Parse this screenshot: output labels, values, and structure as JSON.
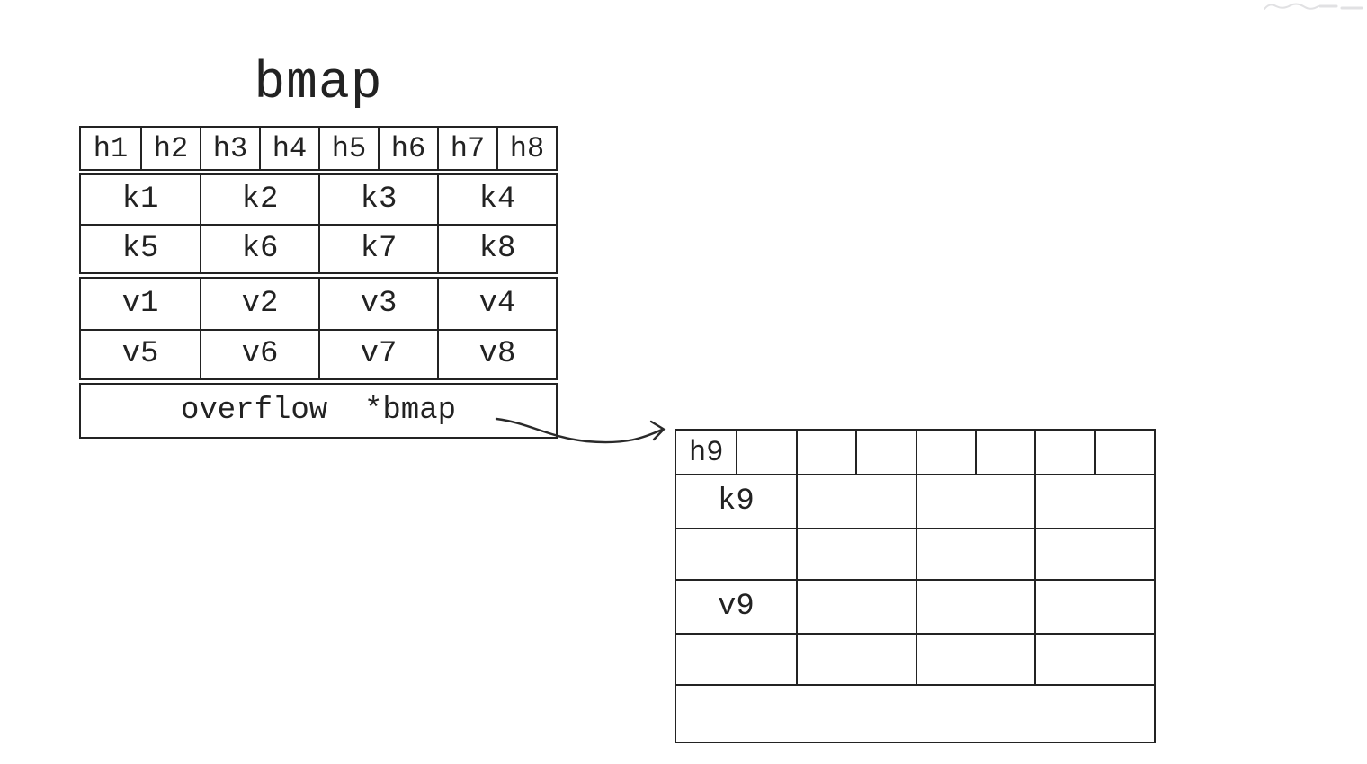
{
  "title": "bmap",
  "bmap_table": {
    "headers": [
      "h1",
      "h2",
      "h3",
      "h4",
      "h5",
      "h6",
      "h7",
      "h8"
    ],
    "keys": [
      [
        "k1",
        "k2",
        "k3",
        "k4"
      ],
      [
        "k5",
        "k6",
        "k7",
        "k8"
      ]
    ],
    "values": [
      [
        "v1",
        "v2",
        "v3",
        "v4"
      ],
      [
        "v5",
        "v6",
        "v7",
        "v8"
      ]
    ],
    "overflow_label": "overflow  *bmap"
  },
  "overflow_bucket_table": {
    "headers": [
      "h9",
      "",
      "",
      "",
      "",
      "",
      "",
      ""
    ],
    "keys": [
      [
        "k9",
        "",
        "",
        ""
      ],
      [
        "",
        "",
        "",
        ""
      ]
    ],
    "values": [
      [
        "v9",
        "",
        "",
        ""
      ],
      [
        "",
        "",
        "",
        ""
      ]
    ],
    "overflow_label": ""
  },
  "colors": {
    "ink": "#232323",
    "background": "#ffffff",
    "watermark": "#c9c9cd"
  }
}
